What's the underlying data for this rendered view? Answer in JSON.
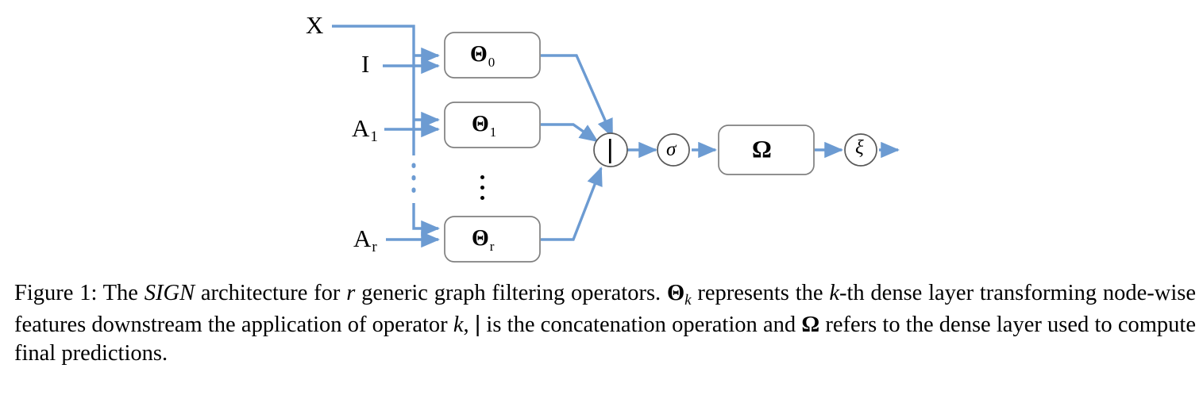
{
  "figure": {
    "domain": "Paper",
    "colors": {
      "arrow_blue": "#6C9BD2",
      "box_border_gray": "#808080",
      "text_black": "#000000",
      "background": "#FFFFFF"
    },
    "diagram": {
      "inputs": [
        {
          "id": "x",
          "label": "X",
          "sub": ""
        },
        {
          "id": "i",
          "label": "I",
          "sub": ""
        },
        {
          "id": "a1",
          "label": "A",
          "sub": "1"
        },
        {
          "id": "ar",
          "label": "A",
          "sub": "r"
        }
      ],
      "theta_boxes": [
        {
          "id": "theta0",
          "label": "Θ",
          "sub": "0"
        },
        {
          "id": "theta1",
          "label": "Θ",
          "sub": "1"
        },
        {
          "id": "thetar",
          "label": "Θ",
          "sub": "r"
        }
      ],
      "ellipsis_vertical": "⋮",
      "concat_node": {
        "id": "concat",
        "label": "|"
      },
      "sigma_node": {
        "id": "sigma",
        "label": "σ"
      },
      "omega_box": {
        "id": "omega",
        "label": "Ω"
      },
      "xi_node": {
        "id": "xi",
        "label": "ξ"
      }
    },
    "caption": {
      "prefix": "Figure 1: The ",
      "sign": "SIGN",
      "seg1": " architecture for ",
      "r": "r",
      "seg2": " generic graph filtering operators. ",
      "theta": "Θ",
      "theta_sub": "k",
      "seg3": " represents the ",
      "k1": "k",
      "seg4": "-th dense layer transforming node-wise features downstream the application of operator ",
      "k2": "k",
      "seg5": ", ",
      "pipe": "|",
      "seg6": " is the concatenation operation and ",
      "omega": "Ω",
      "seg7": " refers to the dense layer used to compute final predictions."
    }
  }
}
